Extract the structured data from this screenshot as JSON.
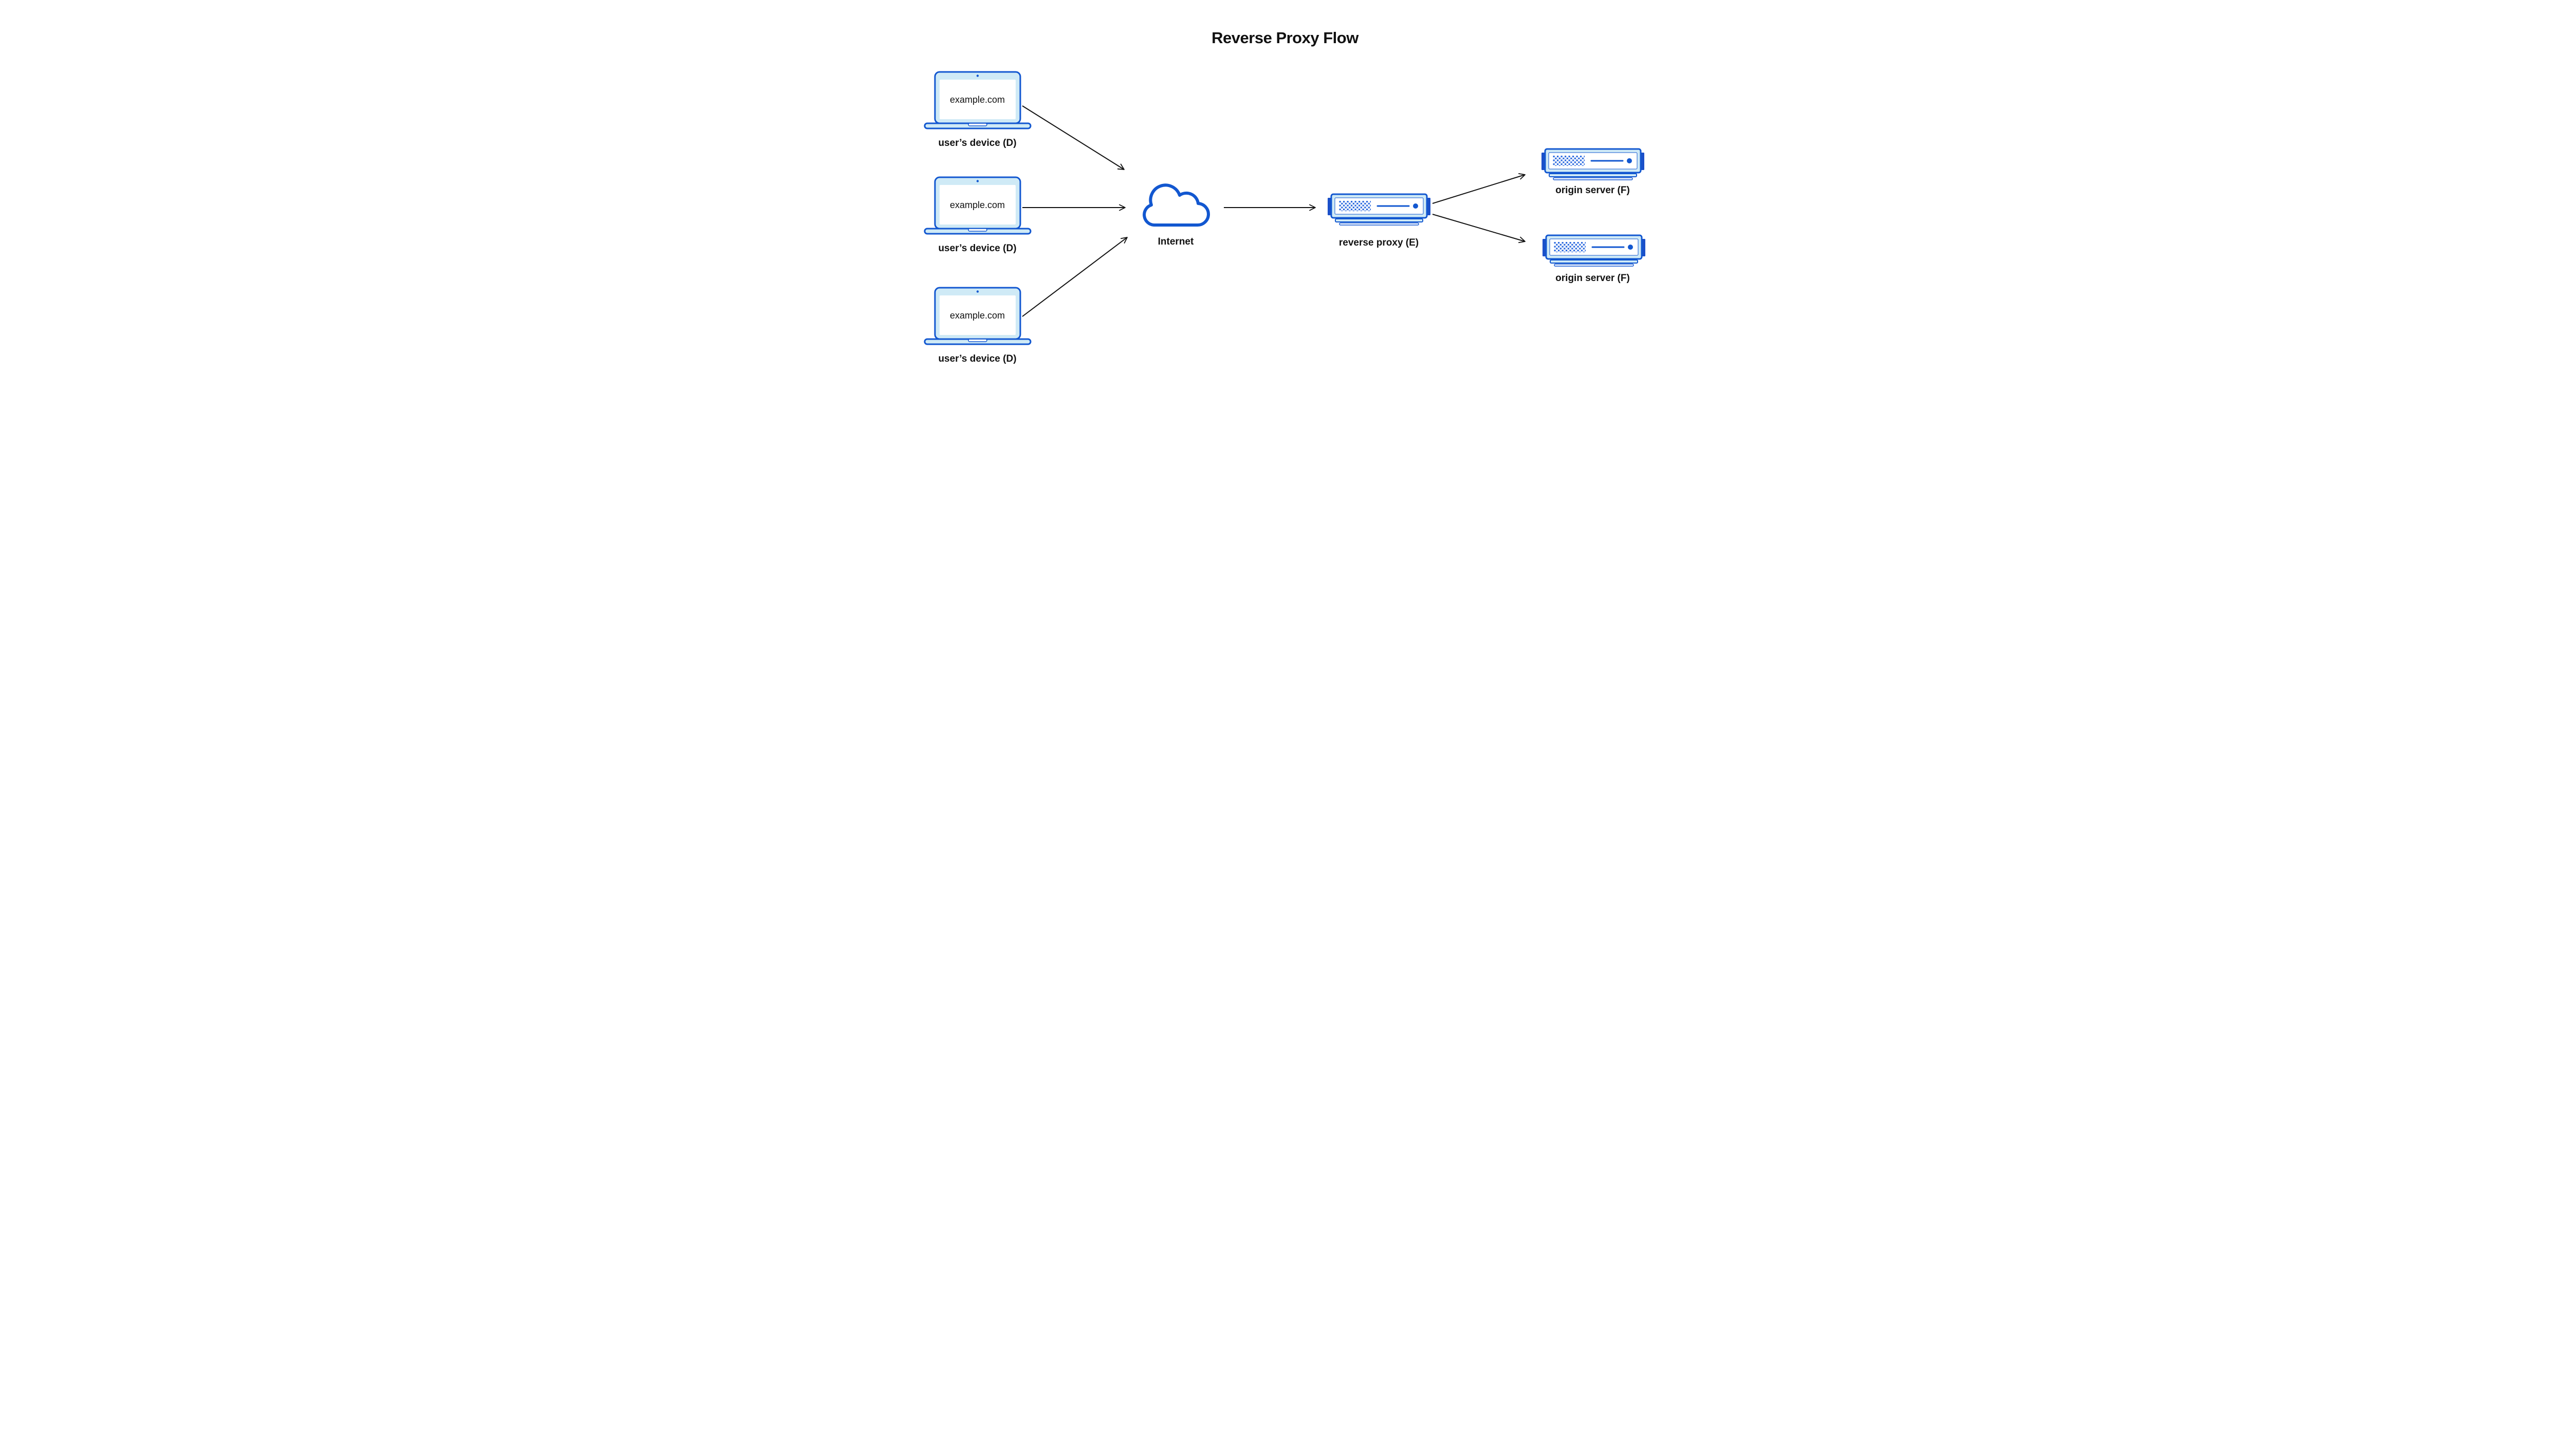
{
  "title": "Reverse Proxy Flow",
  "colors": {
    "primary_blue": "#1257d0",
    "side_tab_blue": "#1b50c9",
    "dot_pattern_blue": "#2e6bdf",
    "light_fill": "#cfeaf6",
    "arrow": "#111111",
    "text": "#111111",
    "background": "#ffffff"
  },
  "icons": {
    "device": "laptop-icon",
    "network": "cloud-icon",
    "proxy": "server-icon",
    "origin": "server-icon"
  },
  "devices": [
    {
      "screen": "example.com",
      "label": "user’s device (D)"
    },
    {
      "screen": "example.com",
      "label": "user’s device (D)"
    },
    {
      "screen": "example.com",
      "label": "user’s device (D)"
    }
  ],
  "internet": {
    "label": "Internet"
  },
  "reverse_proxy": {
    "label": "reverse proxy (E)"
  },
  "origin_servers": [
    {
      "label": "origin server (F)"
    },
    {
      "label": "origin server (F)"
    }
  ]
}
